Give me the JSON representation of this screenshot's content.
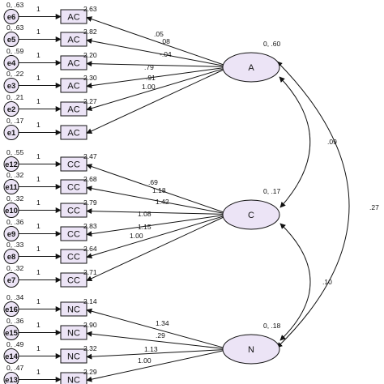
{
  "latents": [
    {
      "id": "A",
      "label": "A",
      "variance": "0, .60"
    },
    {
      "id": "C",
      "label": "C",
      "variance": "0, .17"
    },
    {
      "id": "N",
      "label": "N",
      "variance": "0, .18"
    }
  ],
  "groups": [
    {
      "latent": "A",
      "items": [
        {
          "error": "e6",
          "err_stats": "0, .63",
          "path": "1",
          "indicator": "AC",
          "intercept": "2.63",
          "loading": ".05"
        },
        {
          "error": "e5",
          "err_stats": "0, .63",
          "path": "1",
          "indicator": "AC",
          "intercept": "2.82",
          "loading": ".08"
        },
        {
          "error": "e4",
          "err_stats": "0, .59",
          "path": "1",
          "indicator": "AC",
          "intercept": "2.20",
          "loading": "-.04"
        },
        {
          "error": "e3",
          "err_stats": "0, .22",
          "path": "1",
          "indicator": "AC",
          "intercept": "2.30",
          "loading": ".79"
        },
        {
          "error": "e2",
          "err_stats": "0, .21",
          "path": "1",
          "indicator": "AC",
          "intercept": "2.27",
          "loading": ".91"
        },
        {
          "error": "e1",
          "err_stats": "0, .17",
          "path": "1",
          "indicator": "AC",
          "intercept": "",
          "loading": "1.00"
        }
      ]
    },
    {
      "latent": "C",
      "items": [
        {
          "error": "e12",
          "err_stats": "0, .55",
          "path": "1",
          "indicator": "CC",
          "intercept": "2.47",
          "loading": ".69"
        },
        {
          "error": "e11",
          "err_stats": "0, .32",
          "path": "1",
          "indicator": "CC",
          "intercept": "2.68",
          "loading": "1.18"
        },
        {
          "error": "e10",
          "err_stats": "0, .32",
          "path": "1",
          "indicator": "CC",
          "intercept": "2.79",
          "loading": "1.42"
        },
        {
          "error": "e9",
          "err_stats": "0, .36",
          "path": "1",
          "indicator": "CC",
          "intercept": "2.83",
          "loading": "1.08"
        },
        {
          "error": "e8",
          "err_stats": "0, .33",
          "path": "1",
          "indicator": "CC",
          "intercept": "2.64",
          "loading": "1.15"
        },
        {
          "error": "e7",
          "err_stats": "0, .32",
          "path": "1",
          "indicator": "CC",
          "intercept": "2.71",
          "loading": "1.00"
        }
      ]
    },
    {
      "latent": "N",
      "items": [
        {
          "error": "e16",
          "err_stats": "0, .34",
          "path": "1",
          "indicator": "NC",
          "intercept": "2.14",
          "loading": "1.34"
        },
        {
          "error": "e15",
          "err_stats": "0, .36",
          "path": "1",
          "indicator": "NC",
          "intercept": "2.90",
          "loading": ".29"
        },
        {
          "error": "e14",
          "err_stats": "0, .49",
          "path": "1",
          "indicator": "NC",
          "intercept": "2.32",
          "loading": "1.13"
        },
        {
          "error": "e13",
          "err_stats": "0, .47",
          "path": "1",
          "indicator": "NC",
          "intercept": "2.29",
          "loading": "1.00"
        }
      ]
    }
  ],
  "covariances": [
    {
      "from": "A",
      "to": "C",
      "value": ".09"
    },
    {
      "from": "C",
      "to": "N",
      "value": ".10"
    },
    {
      "from": "A",
      "to": "N",
      "value": ".27"
    }
  ],
  "colors": {
    "node_fill": "#ece4f6",
    "stroke": "#111111",
    "background": "#ffffff"
  }
}
